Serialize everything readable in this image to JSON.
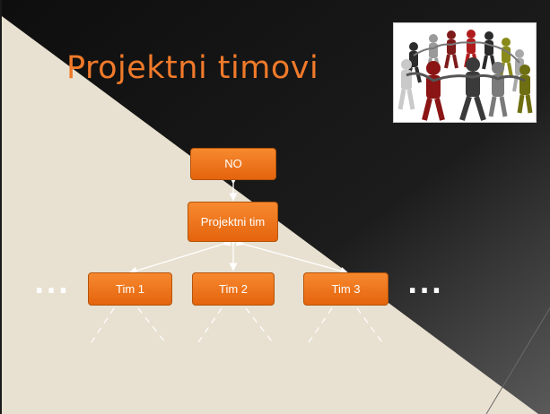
{
  "slide": {
    "title": "Projektni timovi",
    "image": {
      "icon": "people-circle-icon"
    }
  },
  "org_chart": {
    "root": "NO",
    "team": "Projektni tim",
    "teams": [
      "Tim 1",
      "Tim 2",
      "Tim 3"
    ],
    "ellipsis_left": "...",
    "ellipsis_right": "..."
  },
  "colors": {
    "accent": "#f07a2a",
    "box": "#f2781d",
    "dark_bg": "#141414",
    "light_bg": "#e8e1d1"
  }
}
